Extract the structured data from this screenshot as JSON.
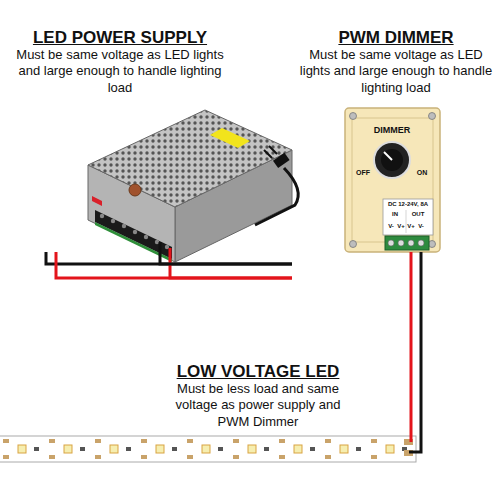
{
  "diagram": {
    "nodes": [
      {
        "text": [
          "LED POWER SUPPLY",
          "Must be same voltage as LED lights and large enough to handle lighting load"
        ]
      },
      {
        "text": [
          "PWM DIMMER",
          "Must be same voltage as LED lights and large enough to handle lighting load",
          "DIMMER",
          "OFF",
          "ON",
          "DC 12-24V, 8A",
          "IN",
          "OUT",
          "V-",
          "V+",
          "V+",
          "V-"
        ]
      },
      {
        "text": [
          "LOW VOLTAGE LED",
          "Must be less load and same voltage as power supply and PWM Dimmer"
        ]
      }
    ],
    "edges": [
      {
        "from": 0,
        "to": 1,
        "arrow": "none"
      },
      {
        "from": 0,
        "to": 1,
        "arrow": "none"
      },
      {
        "from": 1,
        "to": 2,
        "arrow": "none"
      },
      {
        "from": 1,
        "to": 2,
        "arrow": "none"
      }
    ]
  }
}
